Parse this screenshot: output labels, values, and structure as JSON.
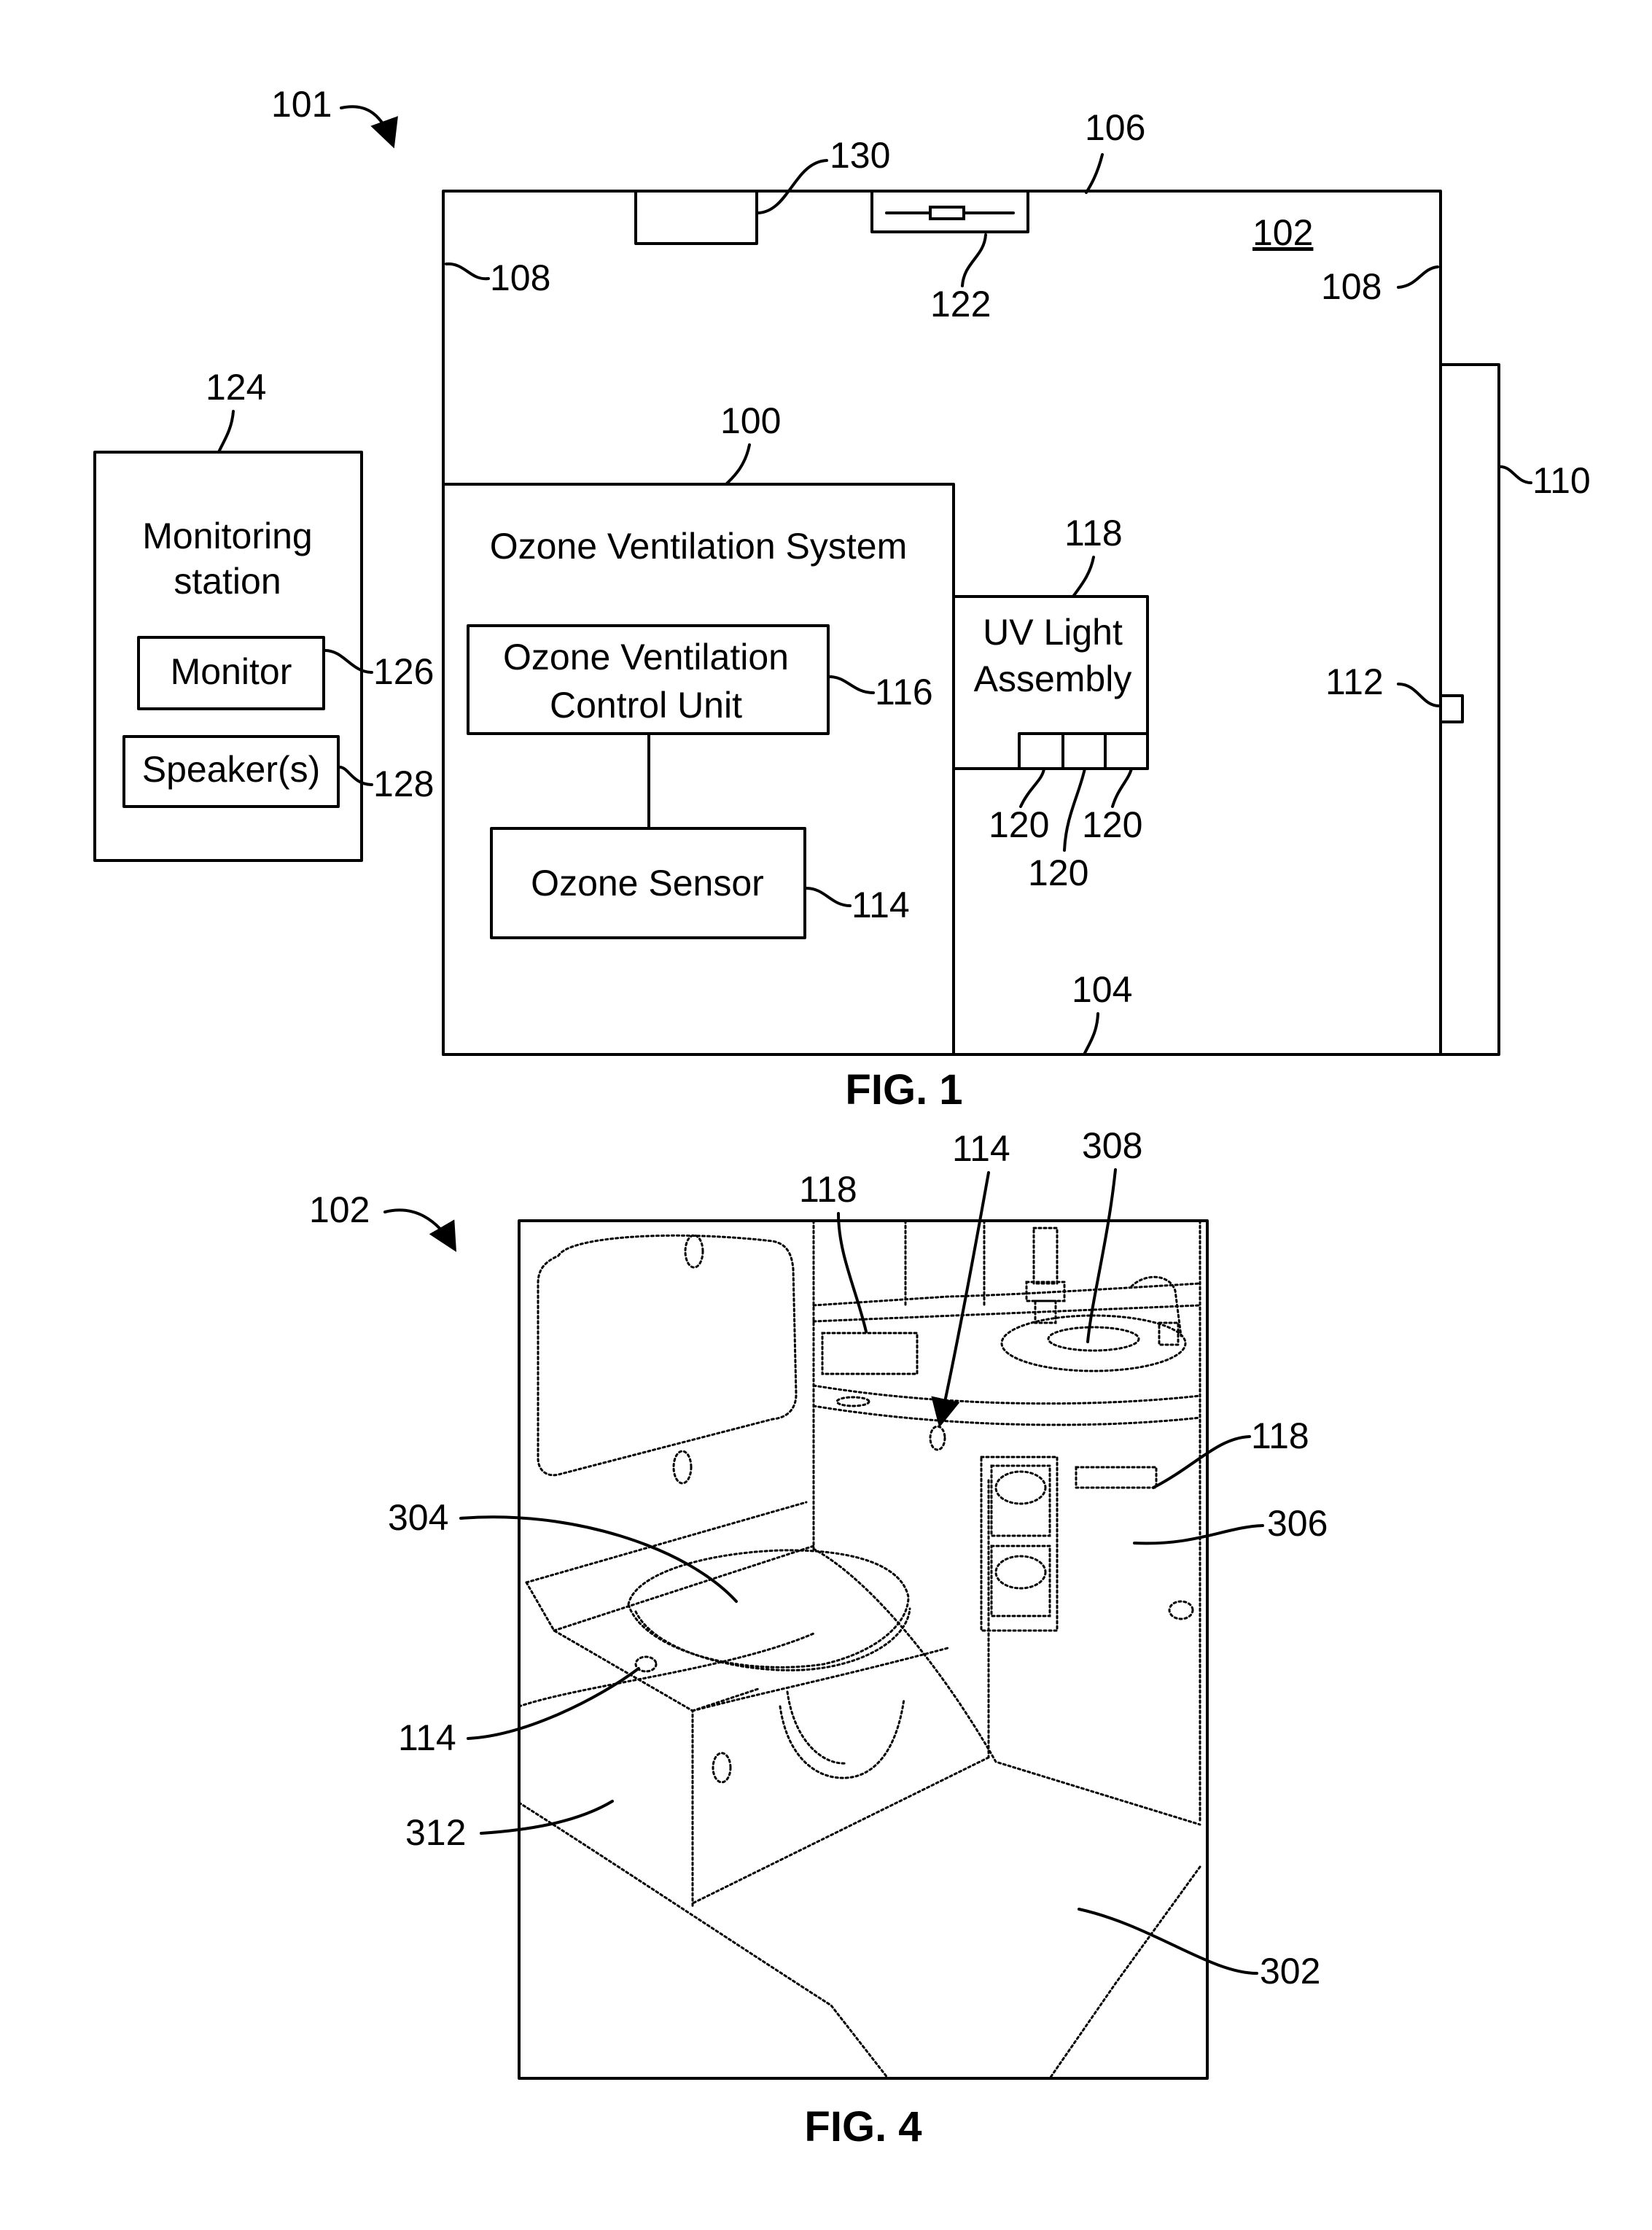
{
  "fig1": {
    "caption": "FIG. 1",
    "ref_101": "101",
    "ref_102": "102",
    "ref_106": "106",
    "ref_108_left": "108",
    "ref_108_right": "108",
    "ref_130": "130",
    "ref_122": "122",
    "ref_110": "110",
    "ref_112": "112",
    "ref_104": "104",
    "ref_100": "100",
    "ref_116": "116",
    "ref_114": "114",
    "ref_118": "118",
    "ref_120_a": "120",
    "ref_120_b": "120",
    "ref_120_c": "120",
    "ref_124": "124",
    "ref_126": "126",
    "ref_128": "128",
    "ozone_system_label": "Ozone Ventilation System",
    "control_unit_line1": "Ozone Ventilation",
    "control_unit_line2": "Control Unit",
    "ozone_sensor_label": "Ozone Sensor",
    "uv_line1": "UV Light",
    "uv_line2": "Assembly",
    "monitoring_line1": "Monitoring",
    "monitoring_line2": "station",
    "monitor_label": "Monitor",
    "speakers_label": "Speaker(s)"
  },
  "fig4": {
    "caption": "FIG. 4",
    "ref_102": "102",
    "ref_118_top": "118",
    "ref_114_top": "114",
    "ref_308": "308",
    "ref_118_right": "118",
    "ref_304": "304",
    "ref_306": "306",
    "ref_114_left": "114",
    "ref_312": "312",
    "ref_302": "302"
  }
}
